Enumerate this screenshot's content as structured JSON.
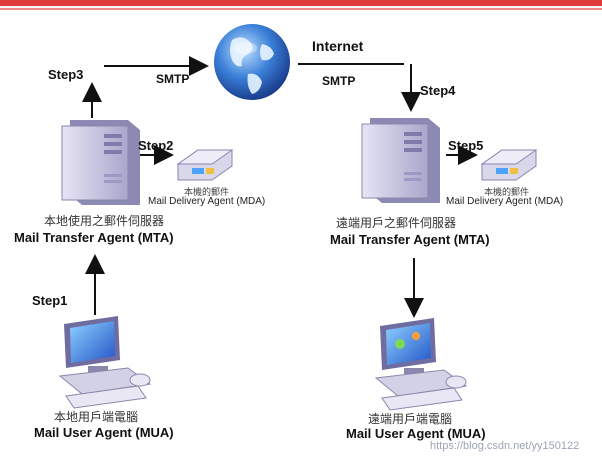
{
  "steps": {
    "step1": "Step1",
    "step2": "Step2",
    "step3": "Step3",
    "step4": "Step4",
    "step5": "Step5"
  },
  "protocol": {
    "left": "SMTP",
    "right": "SMTP",
    "internet": "Internet"
  },
  "left_server": {
    "cn": "本地使用之郵件伺服器",
    "en": "Mail Transfer Agent (MTA)"
  },
  "right_server": {
    "cn": "遠端用戶之郵件伺服器",
    "en": "Mail Transfer Agent (MTA)"
  },
  "left_mda": {
    "cn": "本機的郵件",
    "en": "Mail Delivery Agent (MDA)"
  },
  "right_mda": {
    "cn": "本機的郵件",
    "en": "Mail Delivery Agent (MDA)"
  },
  "left_client": {
    "cn": "本地用戶端電腦",
    "en": "Mail User Agent (MUA)"
  },
  "right_client": {
    "cn": "遠端用戶端電腦",
    "en": "Mail User Agent (MUA)"
  },
  "watermark": "https://blog.csdn.net/yy150122",
  "colors": {
    "accent_bar": "#e03a3a",
    "globe": "#2f6fd0",
    "server": "#c9c6e0"
  }
}
